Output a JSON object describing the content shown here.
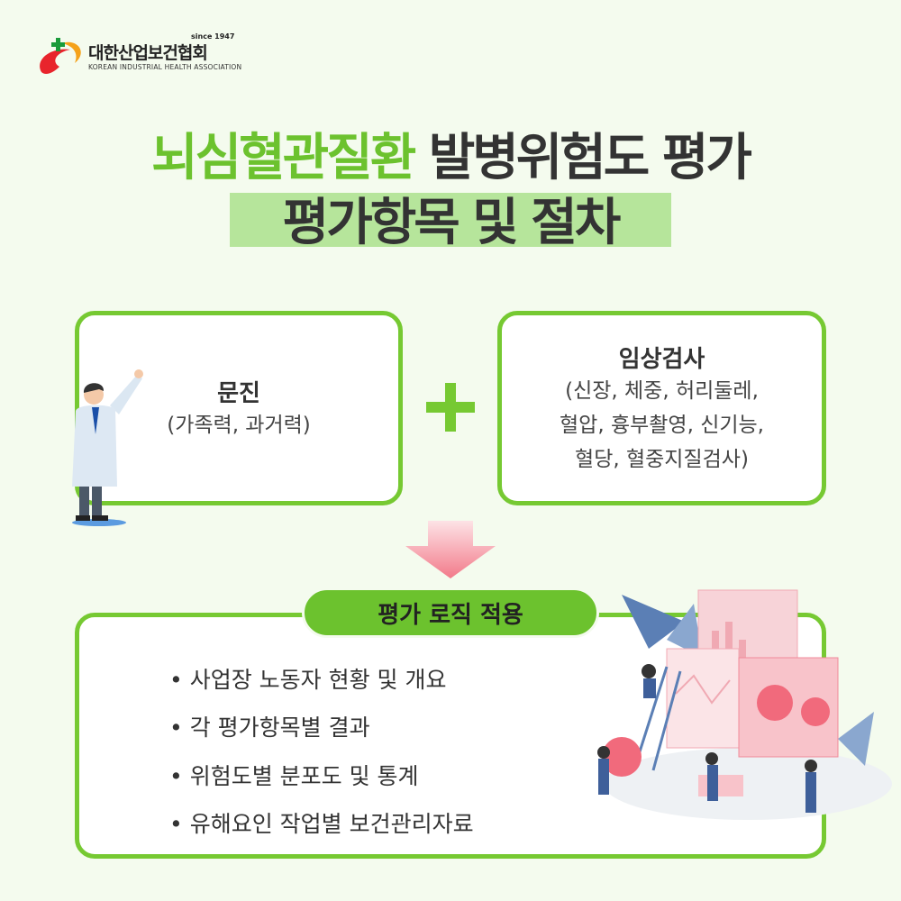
{
  "logo": {
    "name_ko": "대한산업보건협회",
    "name_en": "KOREAN INDUSTRIAL HEALTH ASSOCIATION",
    "since": "since 1947"
  },
  "title": {
    "line1_highlight": "뇌심혈관질환",
    "line1_rest": " 발병위험도 평가",
    "line2": "평가항목 및 절차"
  },
  "box_left": {
    "title": "문진",
    "subtitle": "(가족력, 과거력)"
  },
  "box_right": {
    "title": "임상검사",
    "lines": [
      "(신장, 체중, 허리둘레,",
      "혈압, 흉부촬영, 신기능,",
      "혈당, 혈중지질검사)"
    ]
  },
  "logic": {
    "label": "평가 로직 적용",
    "items": [
      "• 사업장 노동자 현황 및 개요",
      "• 각 평가항목별 결과",
      "• 위험도별 분포도 및 통계",
      "• 유해요인 작업별 보건관리자료"
    ]
  },
  "colors": {
    "accent": "#76c932",
    "highlight": "#b6e59b",
    "background": "#f4fbee",
    "arrow": "#f27a8a"
  }
}
